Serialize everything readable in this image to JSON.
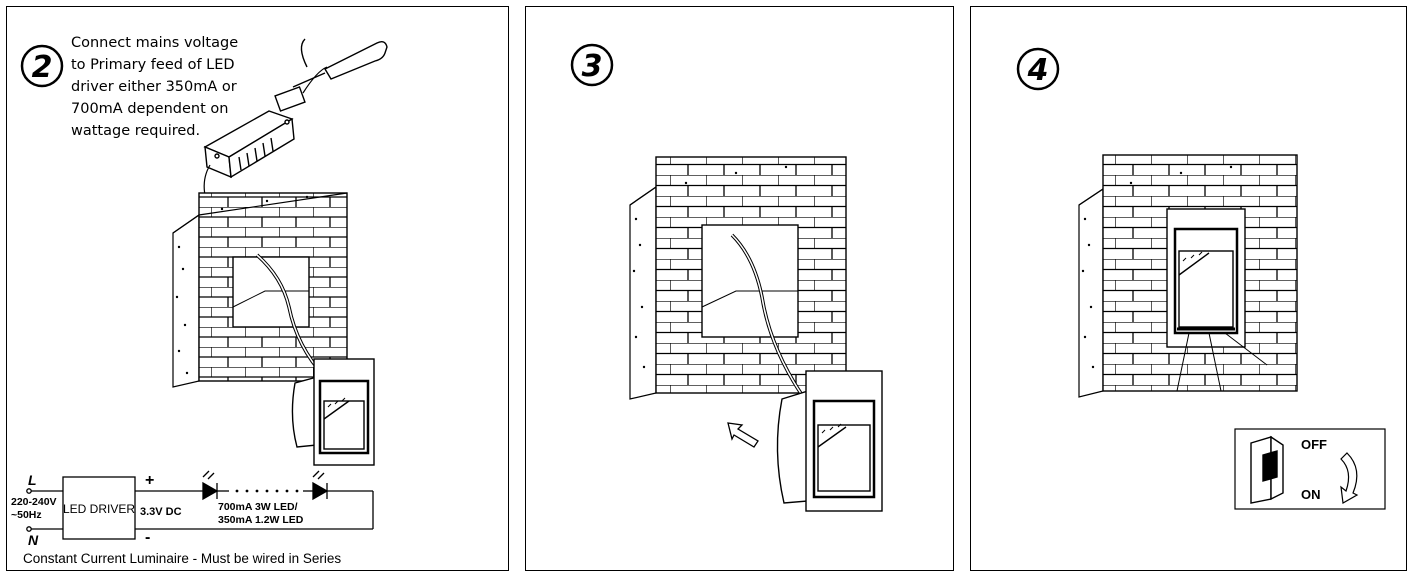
{
  "steps": [
    {
      "number": "2",
      "instruction": "Connect mains voltage\nto Primary feed of LED\ndriver either 350mA or\n700mA dependent on\nwattage required."
    },
    {
      "number": "3"
    },
    {
      "number": "4"
    }
  ],
  "wiring": {
    "live": "L",
    "neutral": "N",
    "input_voltage": "220-240V",
    "input_freq": "~50Hz",
    "driver_label": "LED DRIVER",
    "plus": "+",
    "minus": "-",
    "output_voltage": "3.3V DC",
    "current_line1": "700mA  3W LED/",
    "current_line2": "350mA  1.2W LED",
    "caption": "Constant Current Luminaire - Must be wired in Series"
  },
  "switch": {
    "off_label": "OFF",
    "on_label": "ON"
  }
}
